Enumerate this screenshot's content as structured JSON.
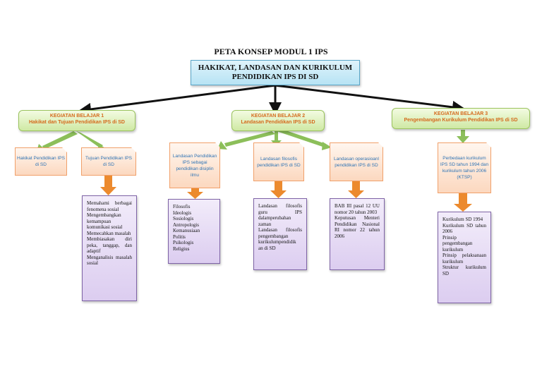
{
  "title": "PETA KONSEP MODUL 1 IPS",
  "main": {
    "line1": "HAKIKAT, LANDASAN DAN KURIKULUM",
    "line2": "PENDIDIKAN IPS DI SD"
  },
  "kb1": {
    "label": "KEGIATAN BELAJAR 1",
    "sub": "Hakikat dan Tujuan Pendidikan IPS di SD",
    "children": [
      {
        "label": "Hakikat Pendidikan IPS di SD"
      },
      {
        "label": "Tujuan Pendidikan IPS di SD",
        "details": [
          "Memahami berbagai fenomena sosial",
          "Mengembangkan kemampuan komunikasi sosial",
          "Memecahkan masalah",
          "Membiasakan diri peka, tanggap, dan adaptif",
          "Menganalisis masalah sosial"
        ]
      }
    ]
  },
  "kb2": {
    "label": "KEGIATAN BELAJAR 2",
    "sub": "Landasan Pendidikan IPS di SD",
    "children": [
      {
        "label": "Landasan Pendidikan IPS sebagai pendidikan disiplin ilmu",
        "details": [
          "Filosofis",
          "Ideologis",
          "Sosiologis",
          "Antropologis",
          "Kemanusiaan",
          "Politis",
          "Psikologis",
          "Religius"
        ]
      },
      {
        "label": "Landasan filosofis pendidikan IPS di SD",
        "details": [
          "Landasan filosofis guru IPS dalamperubahan zaman",
          "Landasan filosofis pengembangan kurikulumpendidik an di SD"
        ]
      },
      {
        "label": "Landasan operasioanl pendidikan IPS di SD",
        "details": [
          "BAB III pasal 12 UU nomor 20 tahun 2003",
          "Keputusan Menteri Pendidikan Nasional RI nomor 22 tahun 2006"
        ]
      }
    ]
  },
  "kb3": {
    "label": "KEGIATAN BELAJAR 3",
    "sub": "Pengembangan Kurikulum Pendidikan IPS di SD",
    "children": [
      {
        "label": "Perbedaan kurikulum IPS SD tahun 1994 dan kurikulum tahun 2006 (KTSP)",
        "details": [
          "Kurikulum SD 1994",
          "Kurikulum SD tahun 2006",
          "Prinsip pengembangan kurikulum",
          "Prinsip pelaksanaan kurikulum",
          "Struktur kurikulum SD"
        ]
      }
    ]
  },
  "colors": {
    "main_fill": "#c5e9f7",
    "kb_fill": "#d9eeb4",
    "kb_text": "#d46a1c",
    "orange_fill": "#fde0cc",
    "blue_text": "#2f74b5",
    "purple_fill": "#e4d8f3",
    "green_arrow": "#8cbf5a",
    "orange_arrow": "#ec8a2e"
  }
}
